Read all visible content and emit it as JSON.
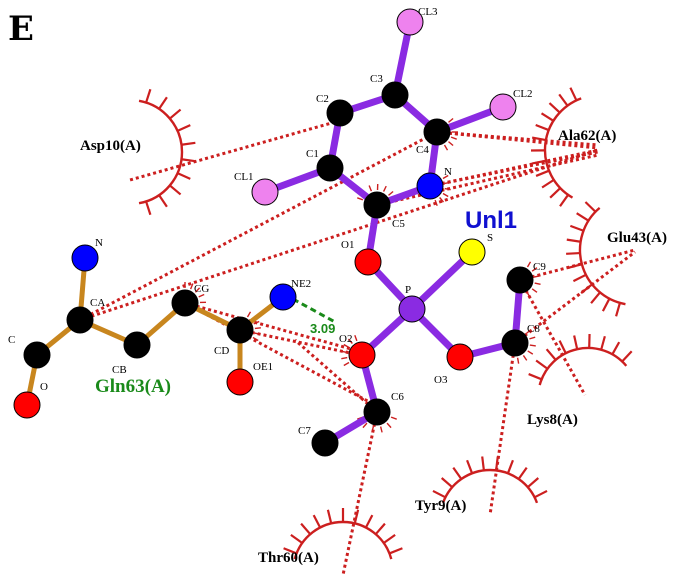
{
  "panel_letter": "E",
  "ligand": {
    "name": "Unl1"
  },
  "hbond": {
    "distance": "3.09"
  },
  "residue": {
    "name": "Gln63(A)"
  },
  "hydrophobic_residues": [
    "Asp10(A)",
    "Ala62(A)",
    "Glu43(A)",
    "Lys8(A)",
    "Tyr9(A)",
    "Thr60(A)"
  ],
  "ligand_atoms": [
    "CL3",
    "C3",
    "C2",
    "CL2",
    "C4",
    "C1",
    "N",
    "CL1",
    "C5",
    "S",
    "O1",
    "P",
    "O2",
    "O3",
    "C9",
    "C8",
    "C6",
    "C7"
  ],
  "residue_atoms": [
    "N",
    "CA",
    "C",
    "O",
    "CB",
    "CG",
    "CD",
    "NE2",
    "OE1"
  ],
  "colors": {
    "carbon": "#000000",
    "oxygen": "#ff0000",
    "nitrogen": "#0000ff",
    "chlorine": "#ee82ee",
    "sulfur": "#ffff00",
    "phosphorus": "#8a2be2",
    "ligand_bond": "#8a2be2",
    "residue_bond": "#c8861e",
    "hydrophobic": "#cc1f1f",
    "hbond": "#1a8a1a"
  }
}
